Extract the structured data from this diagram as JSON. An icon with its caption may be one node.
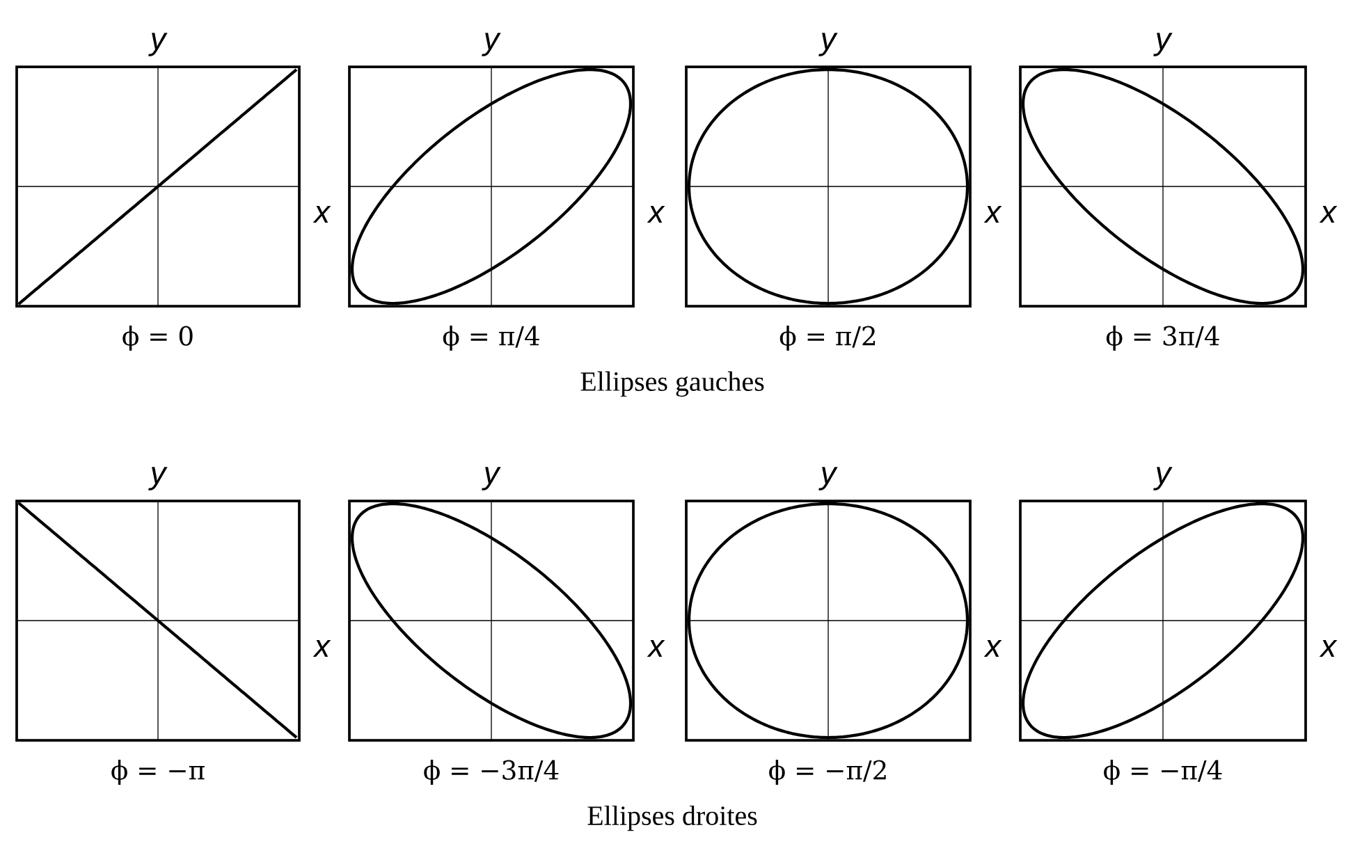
{
  "diagram": {
    "labels": [
      "y",
      "y",
      "y",
      "y",
      "x",
      "x",
      "x",
      "x",
      "ϕ = 0",
      "ϕ = π/4",
      "ϕ = π/2",
      "ϕ = 3π/4",
      "Ellipses gauches",
      "y",
      "y",
      "y",
      "y",
      "x",
      "x",
      "x",
      "x",
      "ϕ = −π",
      "ϕ = −3π/4",
      "ϕ = −π/2",
      "ϕ = −π/4",
      "Ellipses droites"
    ]
  }
}
